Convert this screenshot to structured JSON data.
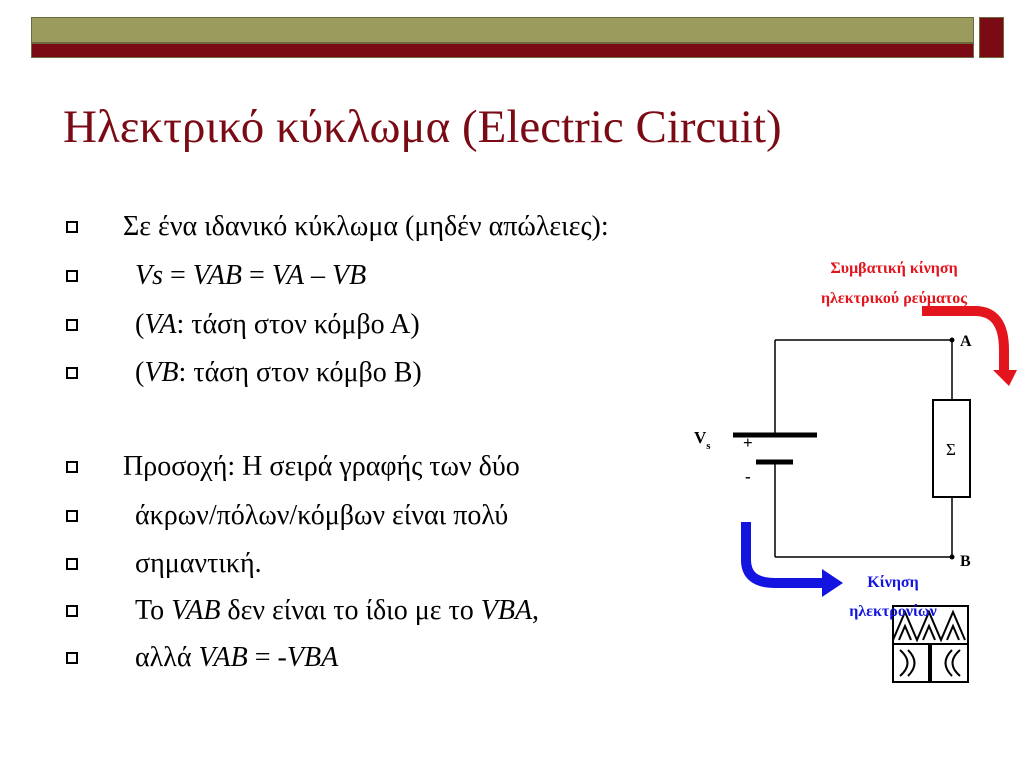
{
  "title": "Ηλεκτρικό κύκλωμα (Electric Circuit)",
  "bullets": [
    {
      "a": "Σε ένα ιδανικό κύκλωμα (μηδέν απώλειες):"
    },
    {
      "a": "Vs",
      "b": " = ",
      "c": "VAB",
      "d": " = ",
      "e": "VA",
      "f": " – ",
      "g": "VB"
    },
    {
      "a": "(",
      "b": "VA",
      "c": ": τάση στον κόμβο Α)"
    },
    {
      "a": "(",
      "b": "VB",
      "c": ": τάση στον κόμβο Β)"
    },
    {
      "a": "Προσοχή: Η σειρά γραφής των δύο"
    },
    {
      "a": "άκρων/πόλων/κόμβων είναι πολύ"
    },
    {
      "a": "σημαντική."
    },
    {
      "a": "Το ",
      "b": "VAB",
      "c": " δεν είναι το ίδιο με το ",
      "d": "VBA",
      "e": ","
    },
    {
      "a": "αλλά ",
      "b": "VAB",
      "c": " = -",
      "d": "VBA"
    }
  ],
  "diagram": {
    "conventional_label_1": "Συμβατική κίνηση",
    "conventional_label_2": "ηλεκτρικού ρεύματος",
    "electron_label_1": "Κίνηση",
    "electron_label_2": "ηλεκτρονίων",
    "node_a": "A",
    "node_b": "B",
    "resistor_symbol": "Σ",
    "source_label": "V",
    "source_subscript": "s",
    "plus_sign": "+",
    "minus_sign": "-",
    "colors": {
      "conventional_arrow": "#e3141b",
      "electron_arrow": "#1414e0",
      "wire": "#000000"
    }
  },
  "theme": {
    "title_color": "#7a0a14",
    "olive_bar": "#9b9b5e",
    "maroon_bar": "#7a0a14"
  },
  "logo": {
    "icon": "university-tree-logo-icon"
  }
}
